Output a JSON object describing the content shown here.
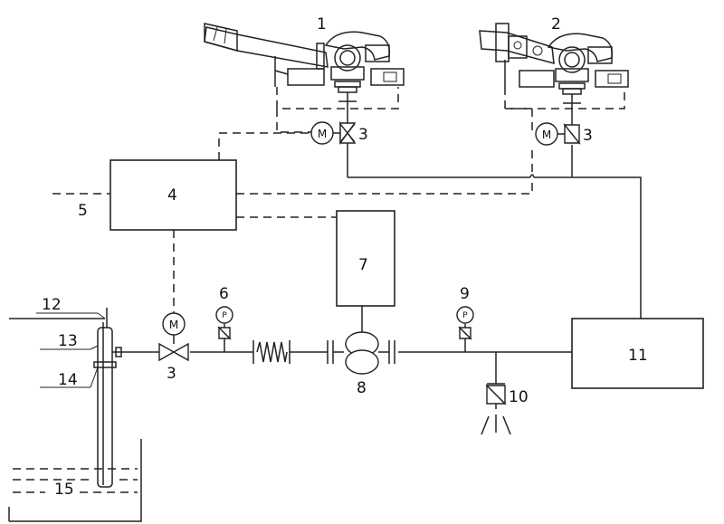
{
  "labels": {
    "monitor_1": "1",
    "monitor_2": "2",
    "valve_3a": "3",
    "valve_3b": "3",
    "valve_3c": "3",
    "controller_4": "4",
    "signal_5": "5",
    "gauge_6": "6",
    "tank_7": "7",
    "pump_8": "8",
    "gauge_9": "9",
    "drain_valve_10": "10",
    "unit_11": "11",
    "item_12": "12",
    "item_13": "13",
    "item_14": "14",
    "item_15": "15"
  },
  "symbols": {
    "motor": "M",
    "pressure": "P"
  }
}
